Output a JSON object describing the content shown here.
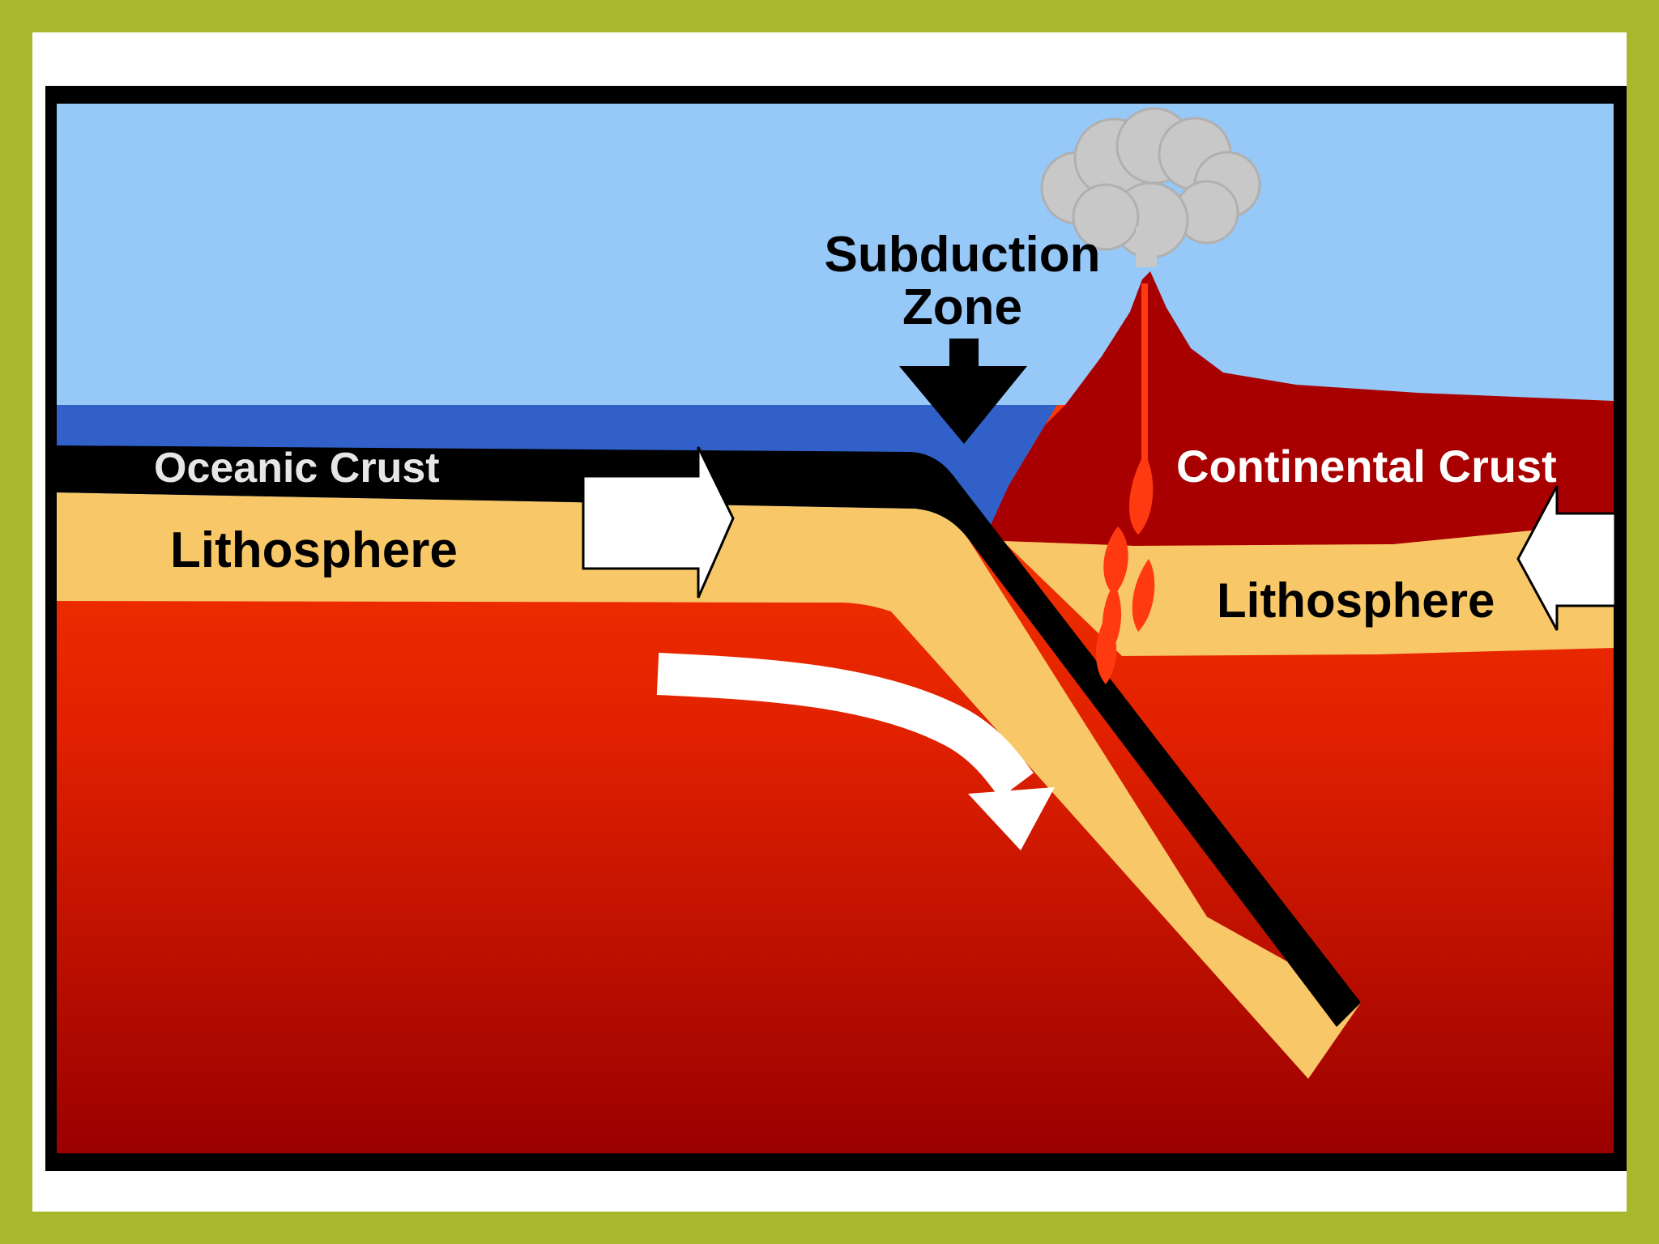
{
  "labels": {
    "subduction_line1": "Subduction",
    "subduction_line2": "Zone",
    "oceanic_crust": "Oceanic Crust",
    "lithosphere_left": "Lithosphere",
    "continental_crust": "Continental Crust",
    "lithosphere_right": "Lithosphere"
  },
  "colors": {
    "frame_green": "#a8b82c",
    "mat_white": "#ffffff",
    "border_black": "#000000",
    "sky": "#96c8f8",
    "ocean": "#3060c8",
    "lithosphere": "#f8c868",
    "mantle_top": "#ff3a00",
    "mantle_bottom": "#a00000",
    "continental_crust": "#a80000",
    "magma": "#ff3a10",
    "ash_cloud": "#c8c8c8",
    "arrow": "#ffffff"
  },
  "icons": {
    "subduction_arrow": "down-arrow-icon",
    "plate_motion_left": "right-arrow-icon",
    "plate_motion_right": "left-arrow-icon",
    "mantle_flow": "curved-arrow-icon",
    "volcano": "volcano-icon",
    "ash_cloud": "cloud-icon"
  }
}
